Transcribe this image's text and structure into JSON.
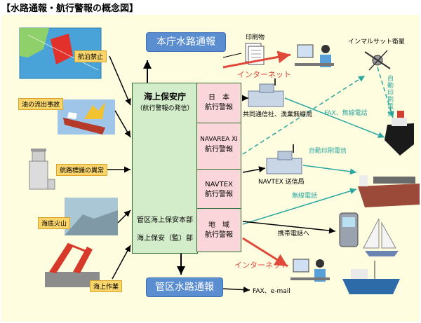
{
  "title": "【水路通報・航行警報の概念図】",
  "sources": {
    "no_navigation": "航泊禁止",
    "oil_spill": "油の流出事故",
    "navaid_abnormal": "航路標識の異常",
    "volcano": "海底火山",
    "marine_works": "海上作業"
  },
  "hq": {
    "name": "海上保安庁",
    "sub": "（航行警報の発信）",
    "regional_hq": "管区海上保安本部",
    "station": "海上保安（監）部"
  },
  "warnings": {
    "japan_line1": "日　本",
    "japan_line2": "航行警報",
    "navarea_line1": "NAVAREA XI",
    "navarea_line2": "航行警報",
    "navtex_line1": "NAVTEX",
    "navtex_line2": "航行警報",
    "local_line1": "地　域",
    "local_line2": "航行警報"
  },
  "boxes": {
    "hq_notice": "本庁水路通報",
    "regional_notice": "管区水路通報"
  },
  "labels": {
    "printed": "印刷物",
    "internet_top": "インターネット",
    "internet_bottom": "インターネット",
    "inmarsat": "インマルサット衛星",
    "auto_print_1": "自動印刷電信",
    "auto_print_2": "自動印刷電信",
    "fax_radio": "FAX、無線電話",
    "radio": "無線電話",
    "kyodo": "共同通信社、漁業無線局",
    "navtex_station": "NAVTEX 送信局",
    "mobile": "携帯電話へ",
    "fax_email": "FAX、e-mail"
  },
  "colors": {
    "background": "#fffde0",
    "hq_fill": "#d3ecc9",
    "warning_fill": "#fad6da",
    "blue_box": "#5a8ed0",
    "internet_red": "#e0483a",
    "teal_arrow": "#2aa7a0",
    "label_yellow": "#f9d56b"
  }
}
